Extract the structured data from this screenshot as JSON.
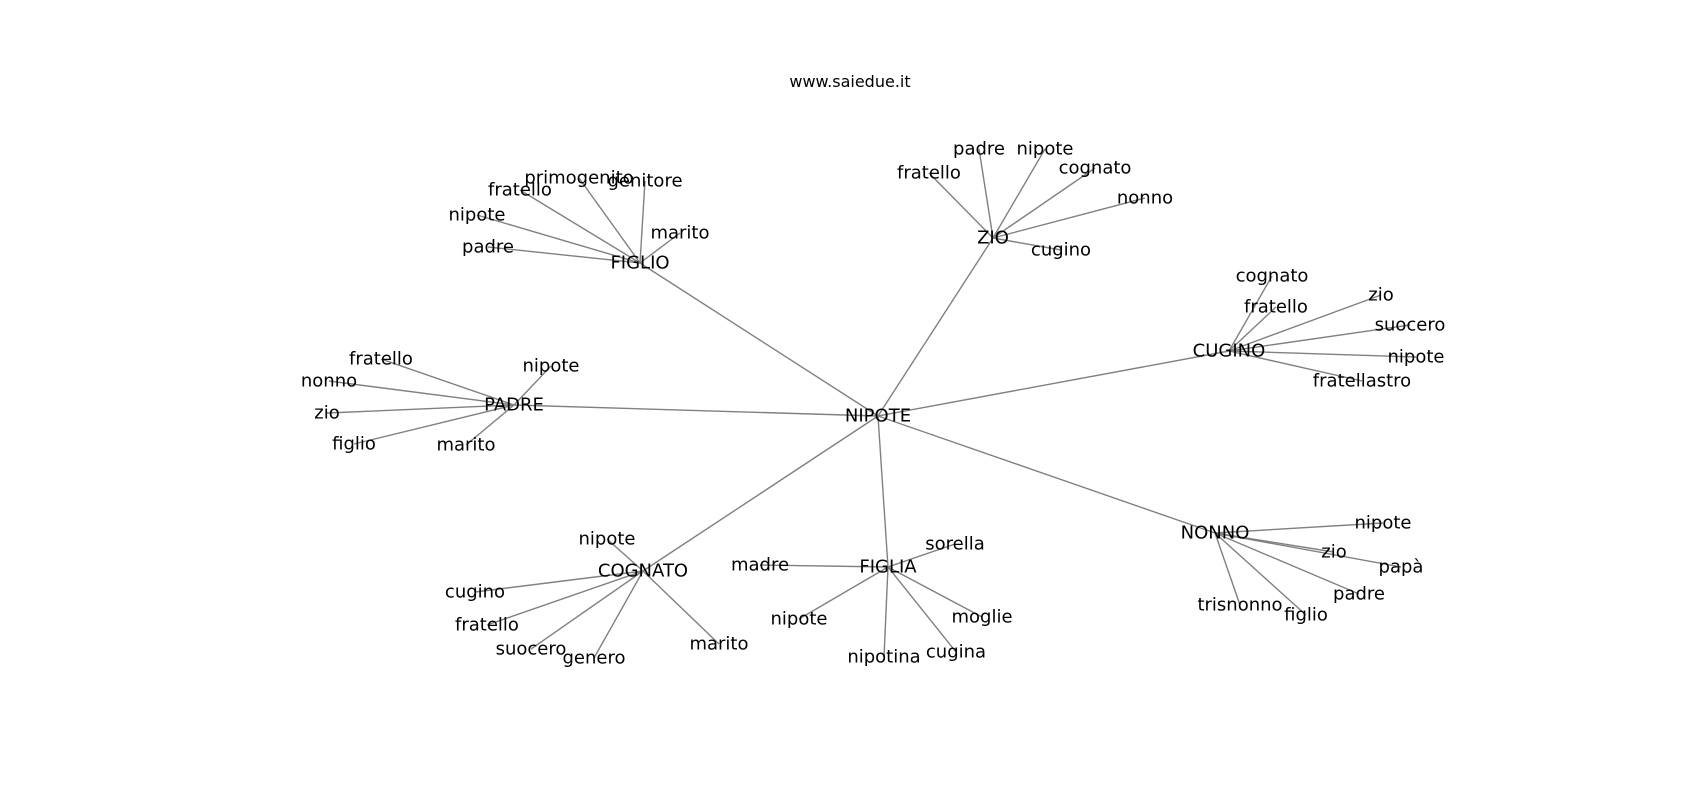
{
  "site": "www.saiedue.it",
  "root": "NIPOTE",
  "hubs": [
    {
      "id": "FIGLIO",
      "children": [
        "primogenito",
        "genitore",
        "fratello",
        "nipote",
        "padre",
        "marito"
      ]
    },
    {
      "id": "ZIO",
      "children": [
        "padre",
        "nipote",
        "fratello",
        "cognato",
        "nonno",
        "cugino"
      ]
    },
    {
      "id": "CUGINO",
      "children": [
        "cognato",
        "fratello",
        "zio",
        "suocero",
        "nipote",
        "fratellastro"
      ]
    },
    {
      "id": "PADRE",
      "children": [
        "fratello",
        "nonno",
        "nipote",
        "zio",
        "figlio",
        "marito"
      ]
    },
    {
      "id": "NONNO",
      "children": [
        "nipote",
        "zio",
        "papà",
        "padre",
        "trisnonno",
        "figlio"
      ]
    },
    {
      "id": "COGNATO",
      "children": [
        "nipote",
        "cugino",
        "fratello",
        "suocero",
        "genero",
        "marito"
      ]
    },
    {
      "id": "FIGLIA",
      "children": [
        "sorella",
        "madre",
        "nipote",
        "moglie",
        "cugina",
        "nipotina"
      ]
    }
  ]
}
